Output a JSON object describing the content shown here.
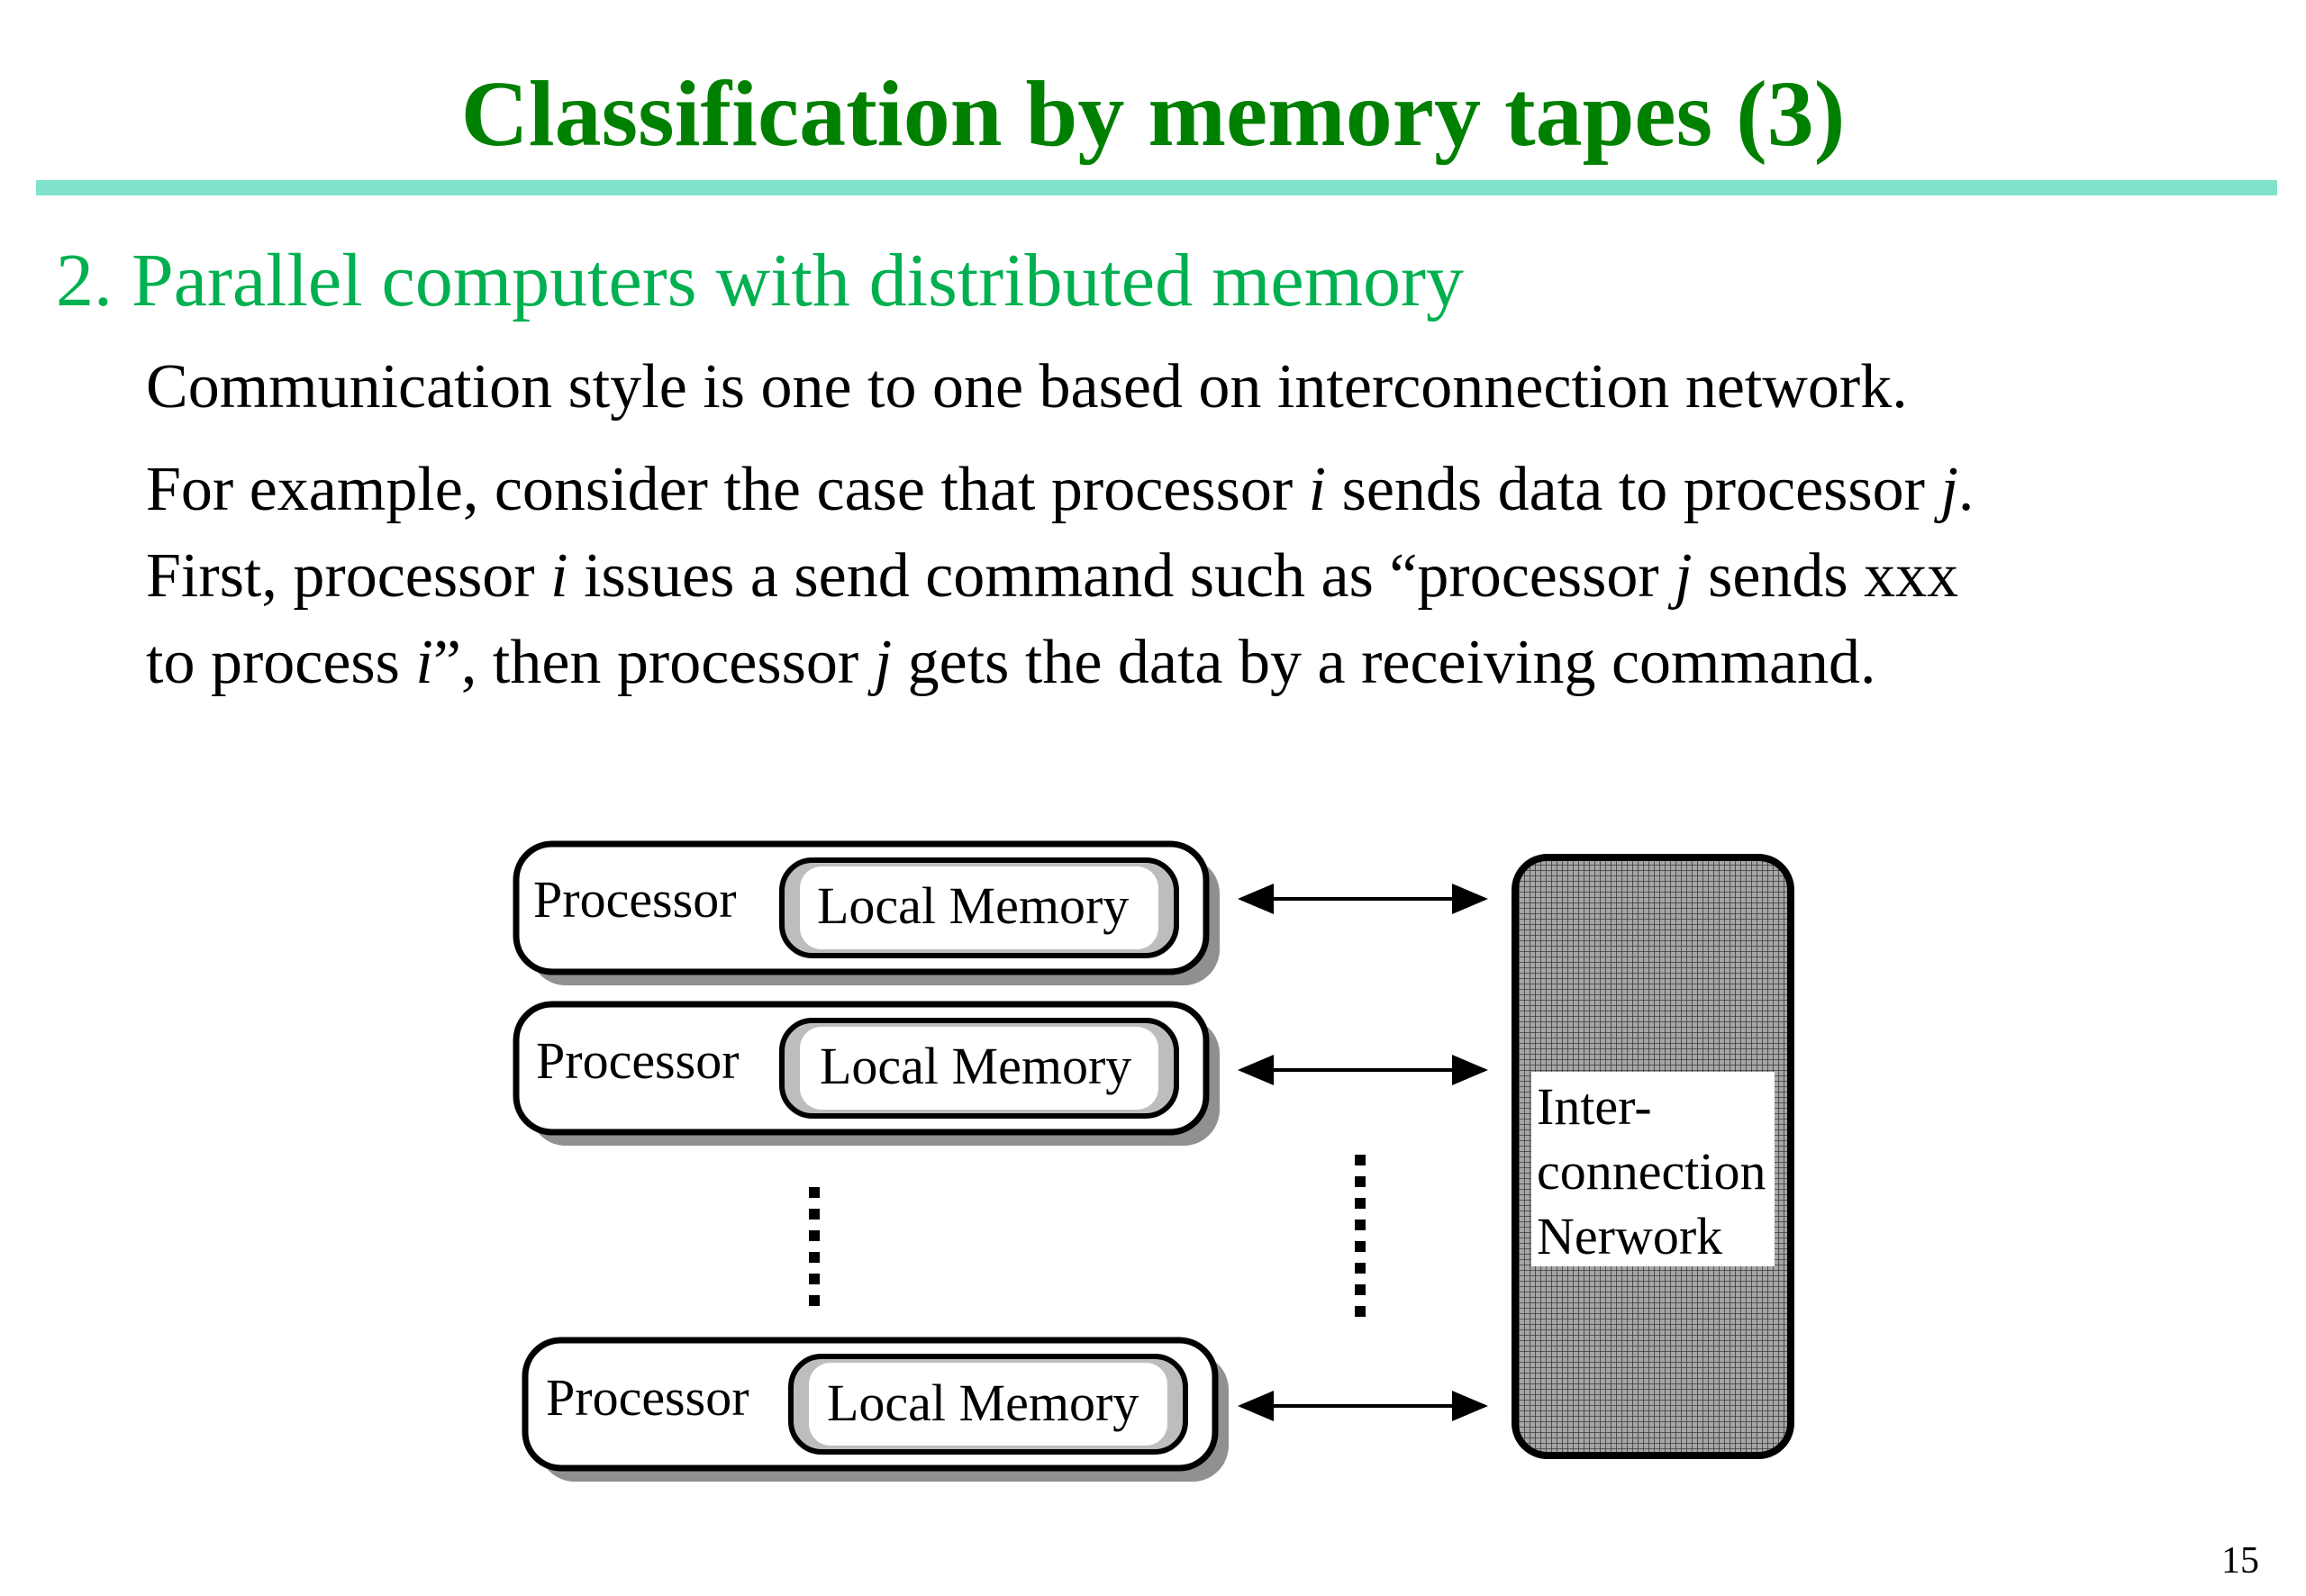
{
  "slide": {
    "title": "Classification by memory tapes (3)",
    "heading": "2. Parallel computers with distributed memory",
    "paragraph1": "Communication style is one to one based on interconnection network.",
    "paragraph2_lines": [
      [
        "For example, consider the case that processor ",
        "i",
        " sends data to processor ",
        "j",
        "."
      ],
      [
        "First, processor ",
        "i",
        " issues a send command such as “processor ",
        "j",
        " sends xxx"
      ],
      [
        "to process ",
        "i",
        "”, then processor ",
        "j",
        " gets the data by a receiving command."
      ]
    ],
    "page_number": "15"
  },
  "diagram": {
    "nodes": [
      {
        "processor_label": "Processor",
        "memory_label": "Local Memory"
      },
      {
        "processor_label": "Processor",
        "memory_label": "Local Memory"
      },
      {
        "processor_label": "Processor",
        "memory_label": "Local Memory"
      }
    ],
    "network_label_lines": [
      "Inter-",
      "connection",
      "Nerwork"
    ]
  },
  "colors": {
    "title": "#008000",
    "heading": "#00B050",
    "rule": "#7FE3CC",
    "shadow": "#909090",
    "memory_fill": "#BDBDBD",
    "network_fill": "#8C8C8C"
  }
}
